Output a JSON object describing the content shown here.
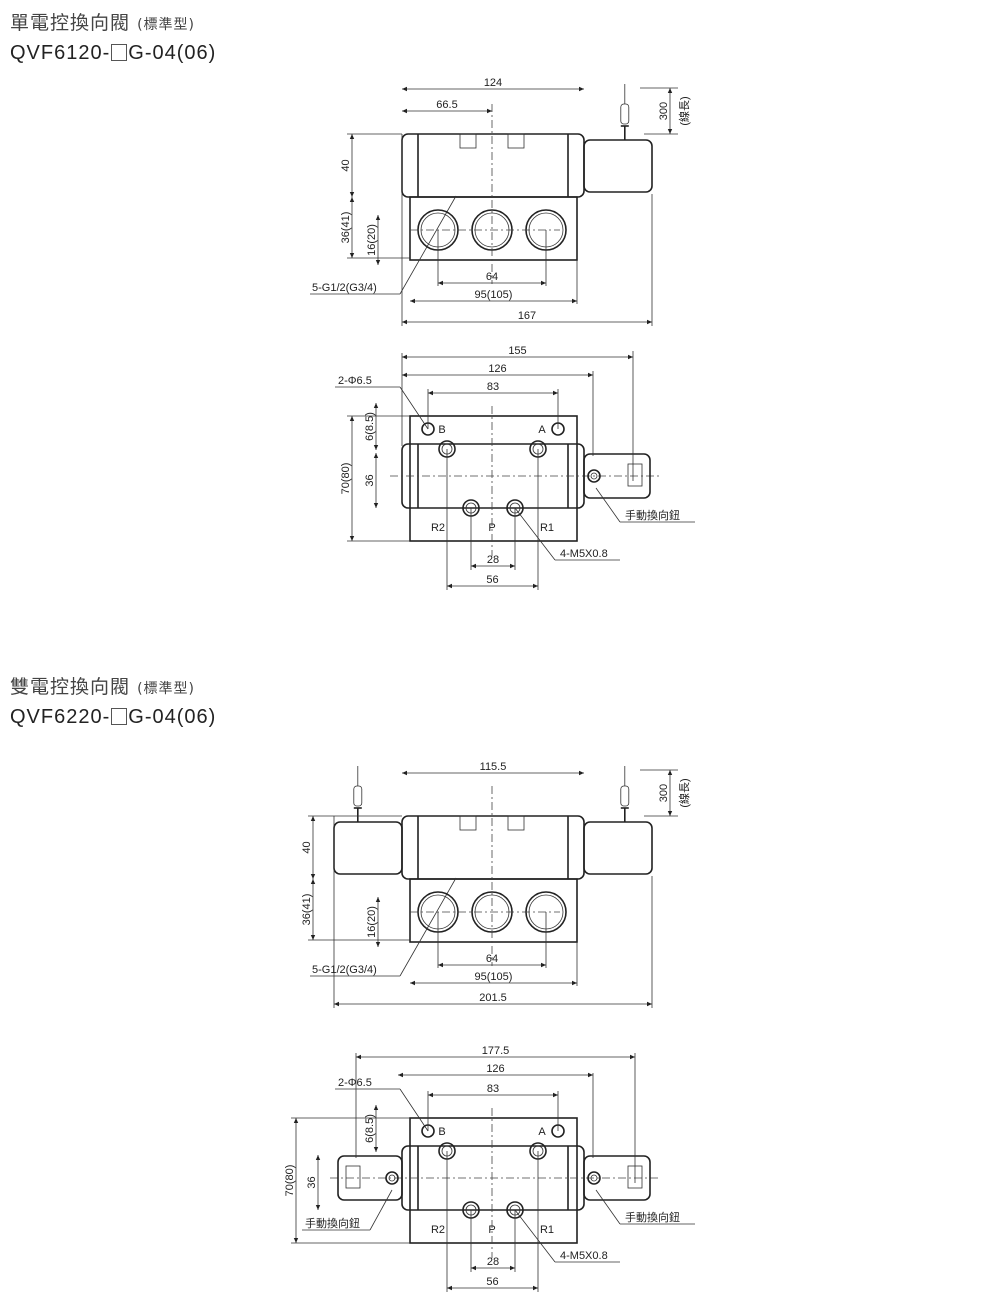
{
  "section1": {
    "title": "單電控換向閥",
    "subtitle": "(標準型)",
    "model_prefix": "QVF6120-",
    "model_suffix": "G-04(06)",
    "front": {
      "d124": "124",
      "d66_5": "66.5",
      "d40": "40",
      "d36_41": "36(41)",
      "d16_20": "16(20)",
      "d64": "64",
      "d95_105": "95(105)",
      "d167": "167",
      "d300": "300",
      "wire_note": "(線長)",
      "port_note": "5-G1/2(G3/4)"
    },
    "top": {
      "d155": "155",
      "d126": "126",
      "d83": "83",
      "hole_note": "2-Φ6.5",
      "d6_85": "6(8.5)",
      "d70_80": "70(80)",
      "d36": "36",
      "port_b": "B",
      "port_a": "A",
      "port_r2": "R2",
      "port_p": "P",
      "port_r1": "R1",
      "manual_note": "手動換向鈕",
      "thread_note": "4-M5X0.8",
      "d28": "28",
      "d56": "56"
    }
  },
  "section2": {
    "title": "雙電控換向閥",
    "subtitle": "(標準型)",
    "model_prefix": "QVF6220-",
    "model_suffix": "G-04(06)",
    "front": {
      "d115_5": "115.5",
      "d40": "40",
      "d36_41": "36(41)",
      "d16_20": "16(20)",
      "d64": "64",
      "d95_105": "95(105)",
      "d201_5": "201.5",
      "d300": "300",
      "wire_note": "(線長)",
      "port_note": "5-G1/2(G3/4)"
    },
    "top": {
      "d177_5": "177.5",
      "d126": "126",
      "d83": "83",
      "hole_note": "2-Φ6.5",
      "d6_85": "6(8.5)",
      "d70_80": "70(80)",
      "d36": "36",
      "port_b": "B",
      "port_a": "A",
      "port_r2": "R2",
      "port_p": "P",
      "port_r1": "R1",
      "manual_note_left": "手動換向鈕",
      "manual_note_right": "手動換向鈕",
      "thread_note": "4-M5X0.8",
      "d28": "28",
      "d56": "56"
    }
  }
}
